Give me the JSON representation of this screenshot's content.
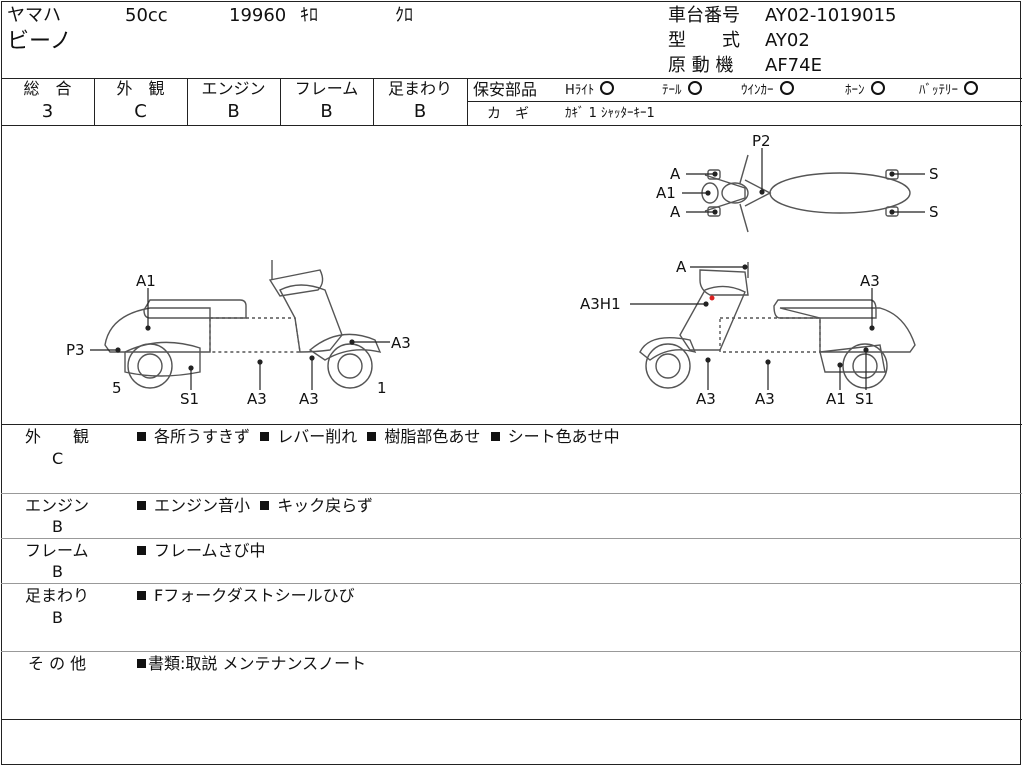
{
  "header": {
    "maker": "ヤマハ",
    "model": "ビーノ",
    "displacement": "50cc",
    "mileage": "19960",
    "mileage_unit": "ｷﾛ",
    "color": "ｸﾛ",
    "frame_no_label": "車台番号",
    "frame_no": "AY02-1019015",
    "type_label": "型　　式",
    "type": "AY02",
    "engine_label": "原 動 機",
    "engine": "AF74E"
  },
  "grades": [
    {
      "label": "総　合",
      "value": "3"
    },
    {
      "label": "外　観",
      "value": "C"
    },
    {
      "label": "エンジン",
      "value": "B"
    },
    {
      "label": "フレーム",
      "value": "B"
    },
    {
      "label": "足まわり",
      "value": "B"
    }
  ],
  "safety": {
    "label": "保安部品",
    "items": [
      {
        "label": "Hﾗｲﾄ",
        "status": "○"
      },
      {
        "label": "ﾃｰﾙ",
        "status": "○"
      },
      {
        "label": "ｳｲﾝｶｰ",
        "status": "○"
      },
      {
        "label": "ﾎｰﾝ",
        "status": "○"
      },
      {
        "label": "ﾊﾞｯﾃﾘｰ",
        "status": "○"
      }
    ]
  },
  "keys": {
    "label": "カ　ギ",
    "value": "ｶｷﾞ 1  ｼｬｯﾀｰｷｰ1"
  },
  "diagram": {
    "left_labels": [
      "A1",
      "P3",
      "5",
      "S1",
      "A3",
      "A3",
      "A3",
      "1"
    ],
    "right_labels": [
      "A",
      "A3H1",
      "A3",
      "A3",
      "A3",
      "A1",
      "S1"
    ],
    "top_labels": [
      "P2",
      "A",
      "A1",
      "A",
      "S",
      "S"
    ]
  },
  "remarks": [
    {
      "category": "外　　観",
      "grade": "C",
      "items": [
        "各所うすきず",
        "レバー削れ",
        "樹脂部色あせ",
        "シート色あせ中"
      ]
    },
    {
      "category": "エンジン",
      "grade": "B",
      "items": [
        "エンジン音小",
        "キック戻らず"
      ]
    },
    {
      "category": "フレーム",
      "grade": "B",
      "items": [
        "フレームさび中"
      ]
    },
    {
      "category": "足まわり",
      "grade": "B",
      "items": [
        "Fフォークダストシールひび"
      ]
    },
    {
      "category": "そ の 他",
      "grade": "",
      "items": [
        "書類:取説 メンテナンスノート"
      ]
    }
  ]
}
